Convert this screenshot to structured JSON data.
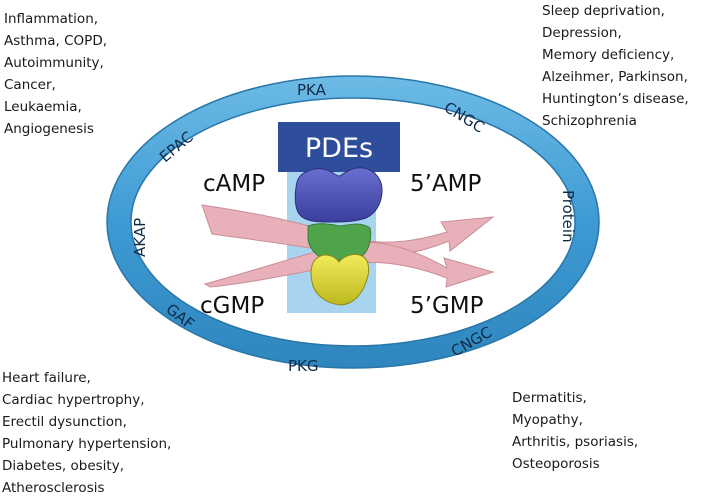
{
  "center": {
    "title": "PDEs"
  },
  "nucleotides": {
    "top_left": "cAMP",
    "top_right": "5’AMP",
    "bottom_left": "cGMP",
    "bottom_right": "5’GMP"
  },
  "ring_labels": {
    "pka": "PKA",
    "cngc_top": "CNGC",
    "protein": "Protein",
    "cngc_bottom": "CNGC",
    "pkg": "PKG",
    "gaf": "GAF",
    "akap": "AKAP",
    "epac": "EPAC"
  },
  "disease_lists": {
    "top_left": [
      "Inflammation,",
      "Asthma, COPD,",
      "Autoimmunity,",
      "Cancer,",
      "Leukaemia,",
      "Angiogenesis"
    ],
    "top_right": [
      "Sleep deprivation,",
      "Depression,",
      "Memory deficiency,",
      "Alzeihmer, Parkinson,",
      "Huntington’s disease,",
      "Schizophrenia"
    ],
    "bottom_left": [
      "Heart failure,",
      "Cardiac hypertrophy,",
      "Erectil dysunction,",
      "Pulmonary hypertension,",
      "Diabetes, obesity,",
      "Atherosclerosis"
    ],
    "bottom_right": [
      "Dermatitis,",
      "Myopathy,",
      "Arthritis, psoriasis,",
      "Osteoporosis"
    ]
  },
  "colors": {
    "ring_fill": "#4aa3d6",
    "ring_edge": "#2f7fb2",
    "pdes_header": "#2e4e9c",
    "pdes_panel": "#a9d4ef",
    "arrows": "#e8b1ba",
    "protein_top": "#4b4fb0",
    "protein_bottom": "#dcd83a",
    "protein_middle": "#4fa34b"
  }
}
